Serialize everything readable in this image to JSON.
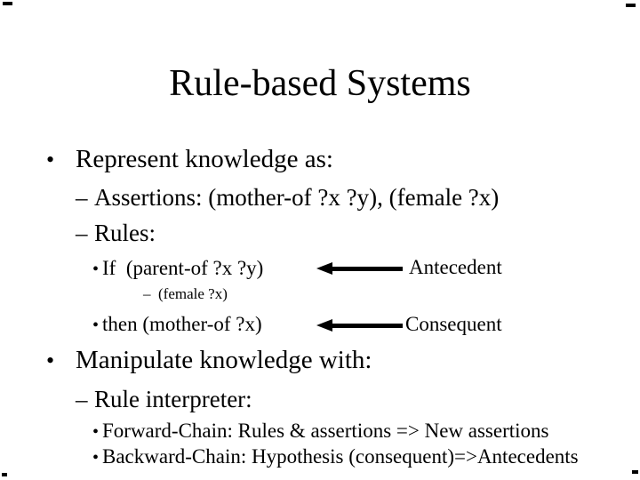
{
  "slide": {
    "title": "Rule-based Systems",
    "colors": {
      "background": "#ffffff",
      "text": "#000000",
      "arrow": "#000000"
    },
    "content": {
      "represent": {
        "marker": "•",
        "text": "Represent knowledge as:"
      },
      "assertions": {
        "marker": "–",
        "text": "Assertions: (mother-of ?x ?y), (female ?x)"
      },
      "rules": {
        "marker": "–",
        "text": "Rules:"
      },
      "if_line": {
        "marker": "•",
        "text": "If  (parent-of ?x ?y)"
      },
      "female": {
        "marker": "–",
        "text": "(female ?x)"
      },
      "then_line": {
        "marker": "•",
        "text": "then (mother-of ?x)"
      },
      "manipulate": {
        "marker": "•",
        "text": "Manipulate knowledge with:"
      },
      "interpreter": {
        "marker": "–",
        "text": "Rule interpreter:"
      },
      "forward": {
        "marker": "•",
        "text": "Forward-Chain: Rules & assertions => New assertions"
      },
      "backward": {
        "marker": "•",
        "text": "Backward-Chain: Hypothesis (consequent)=>Antecedents"
      }
    },
    "annotations": {
      "antecedent_label": "Antecedent",
      "consequent_label": "Consequent"
    }
  }
}
